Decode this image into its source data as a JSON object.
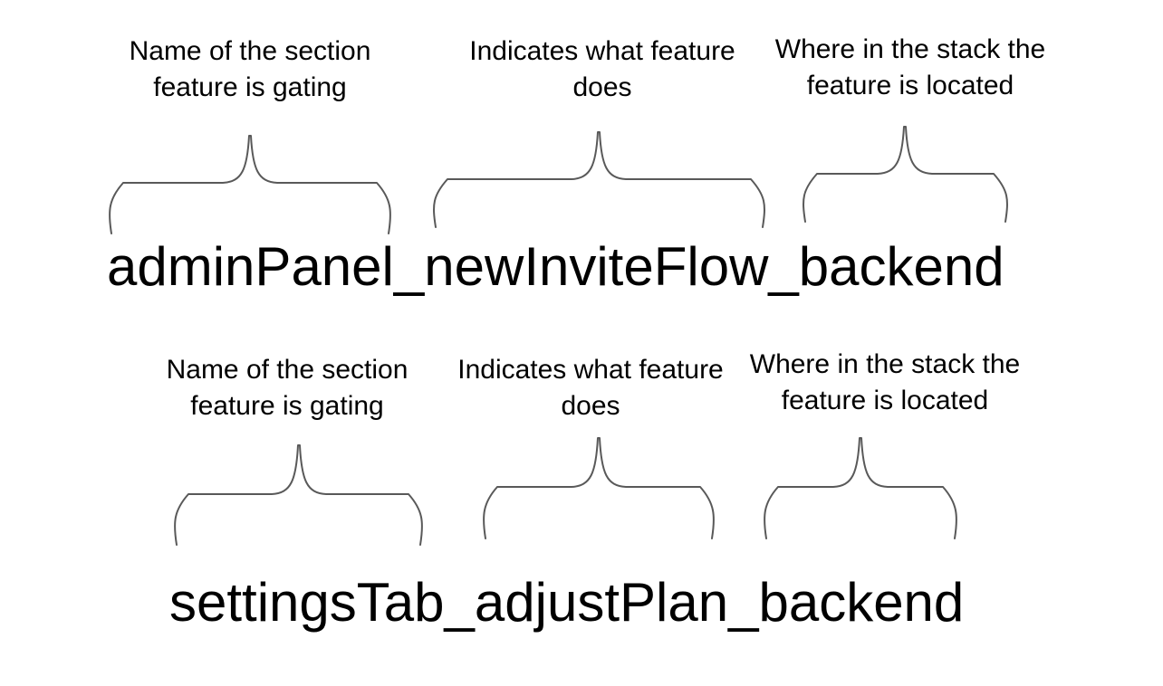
{
  "colors": {
    "background": "#ffffff",
    "text": "#000000",
    "brace_stroke": "#595959"
  },
  "rows": [
    {
      "flag_name": "adminPanel_newInviteFlow_backend",
      "annotations": [
        {
          "line1": "Name of the section",
          "line2": "feature is gating",
          "target_segment": "adminPanel"
        },
        {
          "line1": "Indicates what feature",
          "line2": "does",
          "target_segment": "newInviteFlow"
        },
        {
          "line1": "Where in the stack the",
          "line2": "feature is located",
          "target_segment": "backend"
        }
      ]
    },
    {
      "flag_name": "settingsTab_adjustPlan_backend",
      "annotations": [
        {
          "line1": "Name of the section",
          "line2": "feature is gating",
          "target_segment": "settingsTab"
        },
        {
          "line1": "Indicates what feature",
          "line2": "does",
          "target_segment": "adjustPlan"
        },
        {
          "line1": "Where in the stack the",
          "line2": "feature is located",
          "target_segment": "backend"
        }
      ]
    }
  ]
}
